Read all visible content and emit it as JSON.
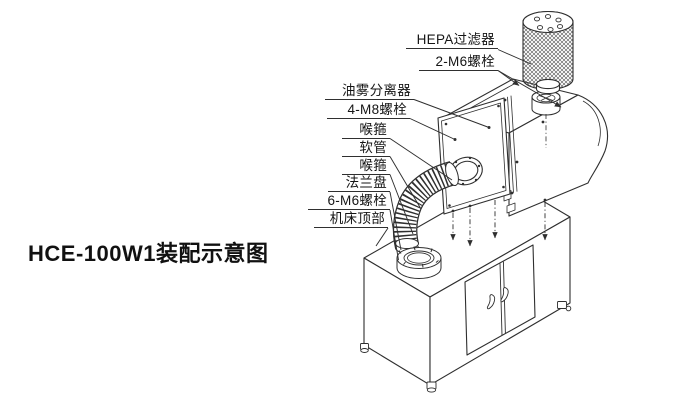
{
  "page": {
    "background": "#ffffff",
    "line_color": "#2f2f2f",
    "text_color": "#151515"
  },
  "diagram": {
    "title": "HCE-100W1装配示意图",
    "labels": [
      {
        "id": "hepa-filter",
        "text": "HEPA过滤器"
      },
      {
        "id": "bolts-2-m6",
        "text": "2-M6螺栓"
      },
      {
        "id": "oil-mist-separator",
        "text": "油雾分离器"
      },
      {
        "id": "bolts-4-m8",
        "text": "4-M8螺栓"
      },
      {
        "id": "hose-clamp-upper",
        "text": "喉箍"
      },
      {
        "id": "flexible-hose",
        "text": "软管"
      },
      {
        "id": "hose-clamp-lower",
        "text": "喉箍"
      },
      {
        "id": "flange",
        "text": "法兰盘"
      },
      {
        "id": "bolts-6-m6",
        "text": "6-M6螺栓"
      },
      {
        "id": "machine-top",
        "text": "机床顶部"
      }
    ]
  }
}
